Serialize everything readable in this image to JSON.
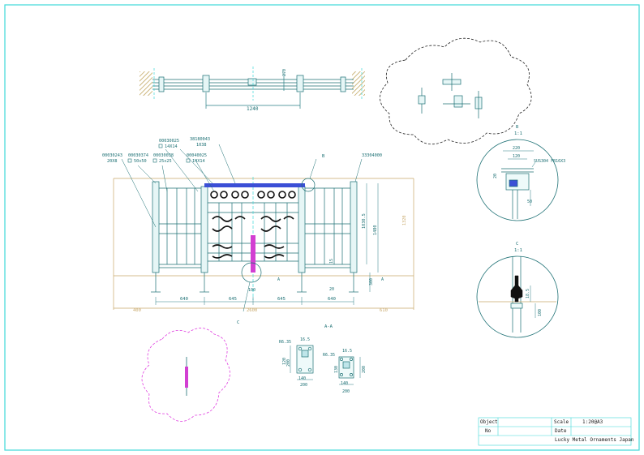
{
  "colors": {
    "frame": "#3ed8d8",
    "line": "#1b6f73",
    "dim": "#2a7f86",
    "beam": "#3b4fd6",
    "post": "#d23fd2",
    "ground": "#c8a86a",
    "cloud_magenta": "#e040e0"
  },
  "title_block": {
    "object_label": "Object",
    "no_label": "No",
    "scale_label": "Scale",
    "scale_value": "1:20@A3",
    "date_label": "Date",
    "company": "Lucky Metal Ornaments Japan"
  },
  "plan_view": {
    "dim_width": "1240",
    "dim_depth": "270"
  },
  "elevation": {
    "part_labels": [
      {
        "code": "00030243",
        "size": "20X8"
      },
      {
        "code": "00030374",
        "size": "50x50"
      },
      {
        "code": "00030038",
        "size": "25x25"
      },
      {
        "code": "00030025",
        "size": "14X14"
      },
      {
        "code": "00040025",
        "size": "14X14"
      },
      {
        "code": "38180043",
        "size": "1038"
      },
      {
        "code": "33304000",
        "size": ""
      }
    ],
    "callouts": {
      "b": "B",
      "c": "C",
      "section": "A"
    },
    "dims_bottom": [
      "640",
      "645",
      "645",
      "640"
    ],
    "dim_total": "2600",
    "dim_left_ext": "400",
    "dim_right_ext": "610",
    "dims_right": [
      "1030.5",
      "1480"
    ],
    "dim_height_total": "1320",
    "dim_foot": "300",
    "dim_center": "100",
    "dim_small": [
      "20",
      "15"
    ]
  },
  "section_aa": {
    "title": "A-A",
    "plate_left": {
      "radius": "R6.35",
      "d1": "16.5",
      "d2": "140",
      "d3": "200",
      "d4": "120",
      "d5": "200"
    },
    "plate_right": {
      "radius": "R6.35",
      "d1": "16.5",
      "d2": "140",
      "d3": "200",
      "d4": "130",
      "d5": "200"
    }
  },
  "detail_b": {
    "title": "B",
    "scale": "1:1",
    "dim_outer": "220",
    "dim_inner": "120",
    "dim_side": "50",
    "dim_small": "20",
    "spec": "SUS304 FB16X3"
  },
  "detail_c": {
    "title": "C",
    "scale": "1:1",
    "dim_a": "18.5",
    "dim_b": "100"
  }
}
